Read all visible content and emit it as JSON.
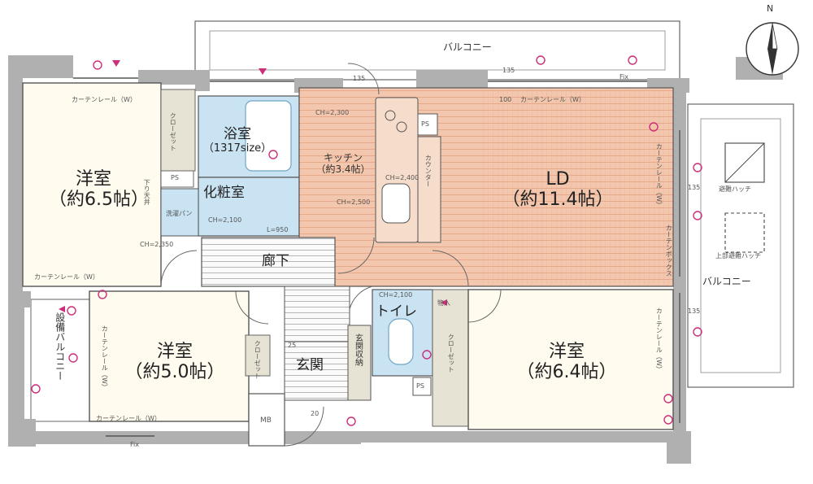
{
  "compass": {
    "north": "N"
  },
  "rooms": {
    "western_1": {
      "name": "洋室",
      "size": "（約6.5帖）"
    },
    "western_2": {
      "name": "洋室",
      "size": "（約5.0帖）"
    },
    "western_3": {
      "name": "洋室",
      "size": "（約6.4帖）"
    },
    "ld": {
      "name": "LD",
      "size": "（約11.4帖）"
    },
    "kitchen": {
      "name": "キッチン",
      "size": "（約3.4帖）"
    },
    "bath": {
      "name": "浴室",
      "size": "（1317size）"
    },
    "vanity": {
      "name": "化粧室"
    },
    "hall": {
      "name": "廊下"
    },
    "toilet": {
      "name": "トイレ"
    },
    "entrance": {
      "name": "玄関"
    },
    "entrance_storage": {
      "name": "玄関収納"
    }
  },
  "balconies": {
    "top": "バルコニー",
    "right": "バルコニー",
    "utility": "設備バルコニー"
  },
  "labels": {
    "closet": "クローゼット",
    "ps": "PS",
    "mb": "MB",
    "counter": "カウンター",
    "curtain_rail": "カーテンレール（W）",
    "curtain_box": "カーテンボックス",
    "fix": "Fix",
    "evac_hatch": "避難ハッチ",
    "upper_evac_hatch": "上部避難ハッチ",
    "drop_ceiling": "下り天井",
    "wash_pan": "洗濯パン",
    "storage_in": "物入",
    "ch_2100": "CH=2,100",
    "ch_2300": "CH=2,300",
    "ch_2400": "CH=2,400",
    "ch_2500": "CH=2,500",
    "ch_2350": "CH=2,350",
    "l_950": "L=950",
    "num_135": "135",
    "num_100": "100",
    "num_25": "25",
    "num_20": "20"
  },
  "colors": {
    "ld_floor": "#f3c7ad",
    "wet_area": "#c9e3f2",
    "wall": "#b0b0b0",
    "line": "#444444",
    "marker": "#cc2e7a"
  }
}
